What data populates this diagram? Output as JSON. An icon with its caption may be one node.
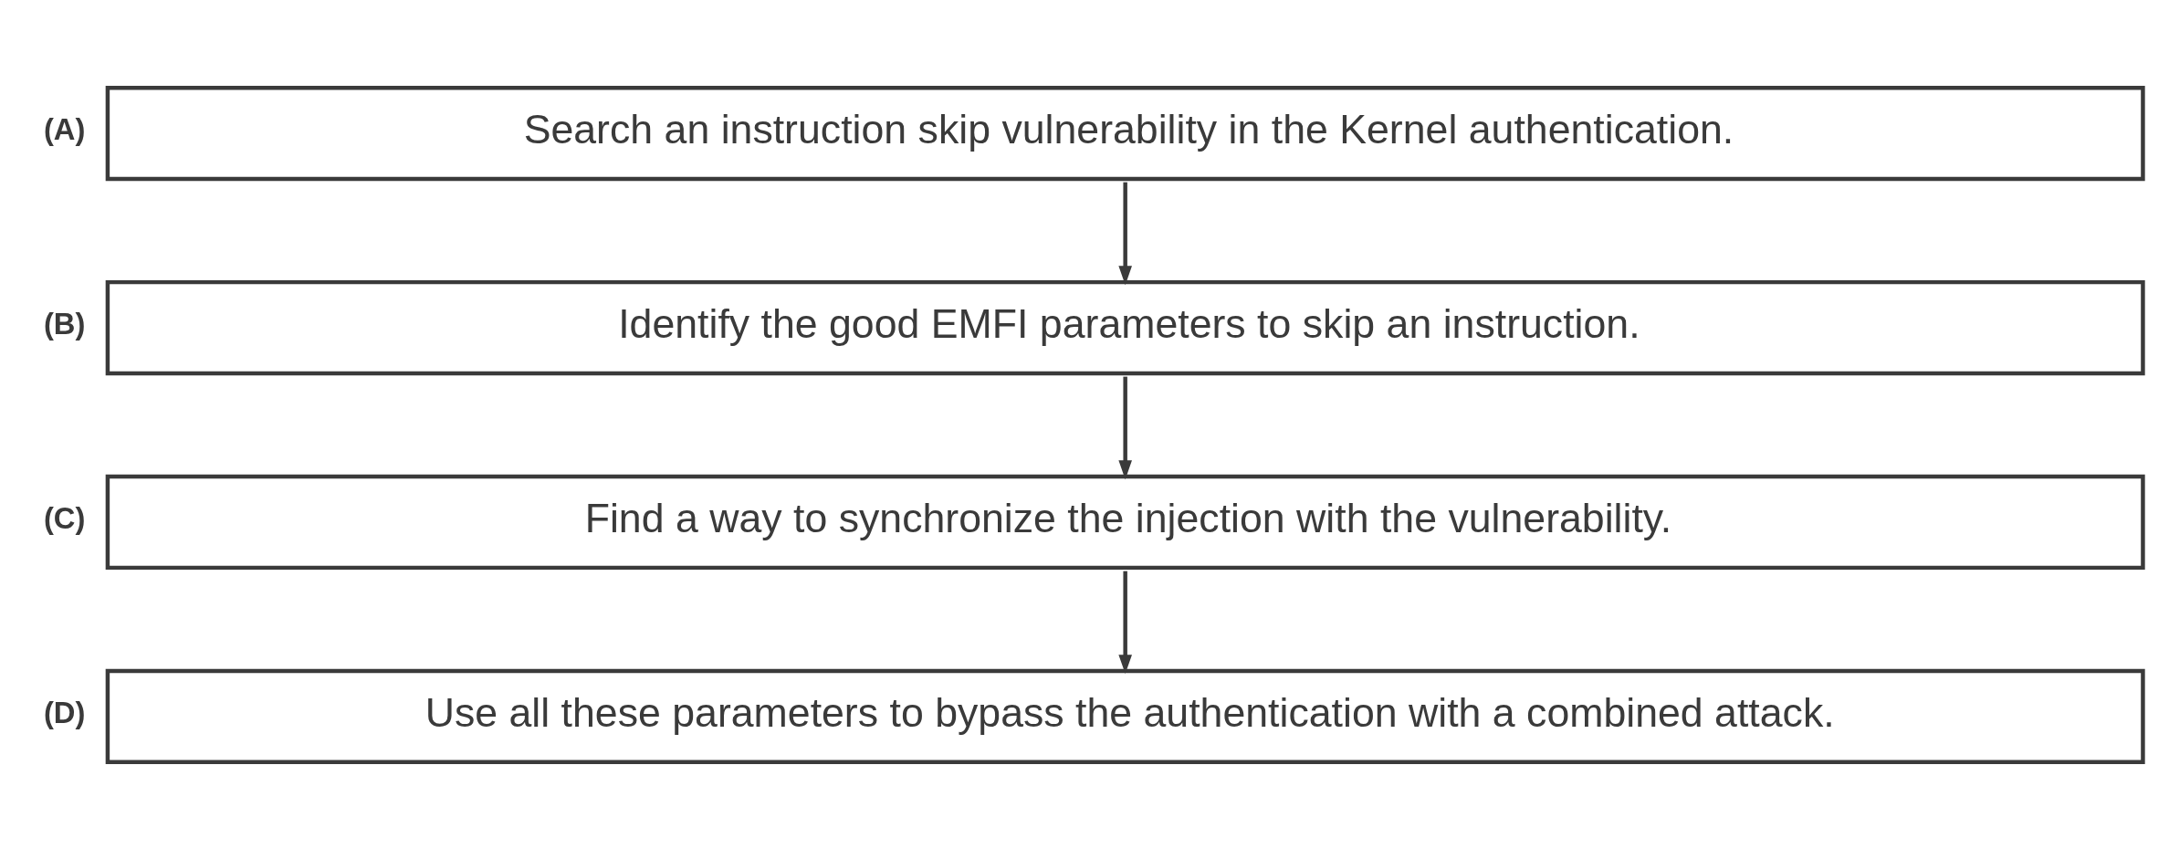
{
  "diagram": {
    "nodes": [
      {
        "text": [
          "Search an instruction skip vulnerability in the Kernel authentication."
        ],
        "beside": [
          "(A)"
        ]
      },
      {
        "text": [
          "Identify the good EMFI parameters to skip an instruction."
        ],
        "beside": [
          "(B)"
        ]
      },
      {
        "text": [
          "Find a way to synchronize the injection with the vulnerability."
        ],
        "beside": [
          "(C)"
        ]
      },
      {
        "text": [
          "Use all these parameters to bypass the authentication with a combined attack."
        ],
        "beside": [
          "(D)"
        ]
      }
    ],
    "edges": [
      {
        "from": 0,
        "to": 1,
        "arrow": "to"
      },
      {
        "from": 1,
        "to": 2,
        "arrow": "to"
      },
      {
        "from": 2,
        "to": 3,
        "arrow": "to"
      }
    ]
  }
}
